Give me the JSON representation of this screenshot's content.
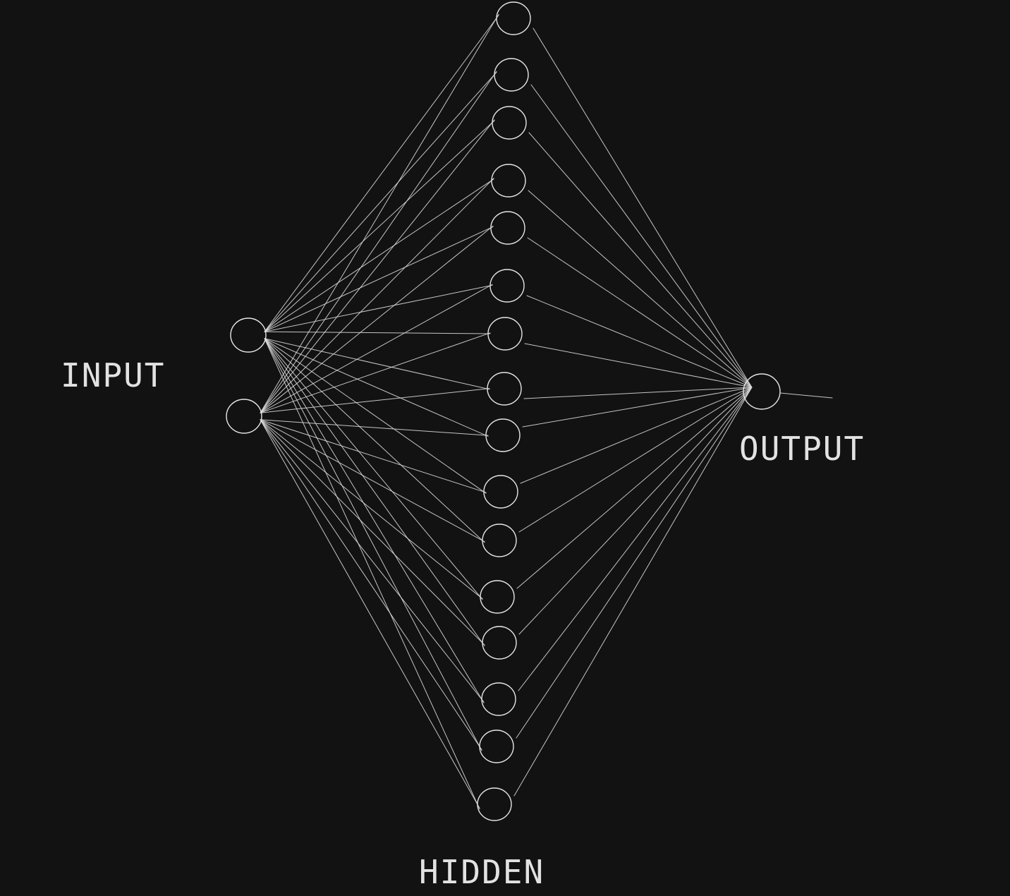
{
  "labels": {
    "input": "INPUT",
    "hidden": "HIDDEN",
    "output": "OUTPUT"
  },
  "colors": {
    "background": "#121212",
    "stroke": "#e6e6e6",
    "text": "#e2e2e2"
  },
  "network": {
    "input_count": 2,
    "hidden_count": 16,
    "output_count": 1,
    "fully_connected": true
  }
}
